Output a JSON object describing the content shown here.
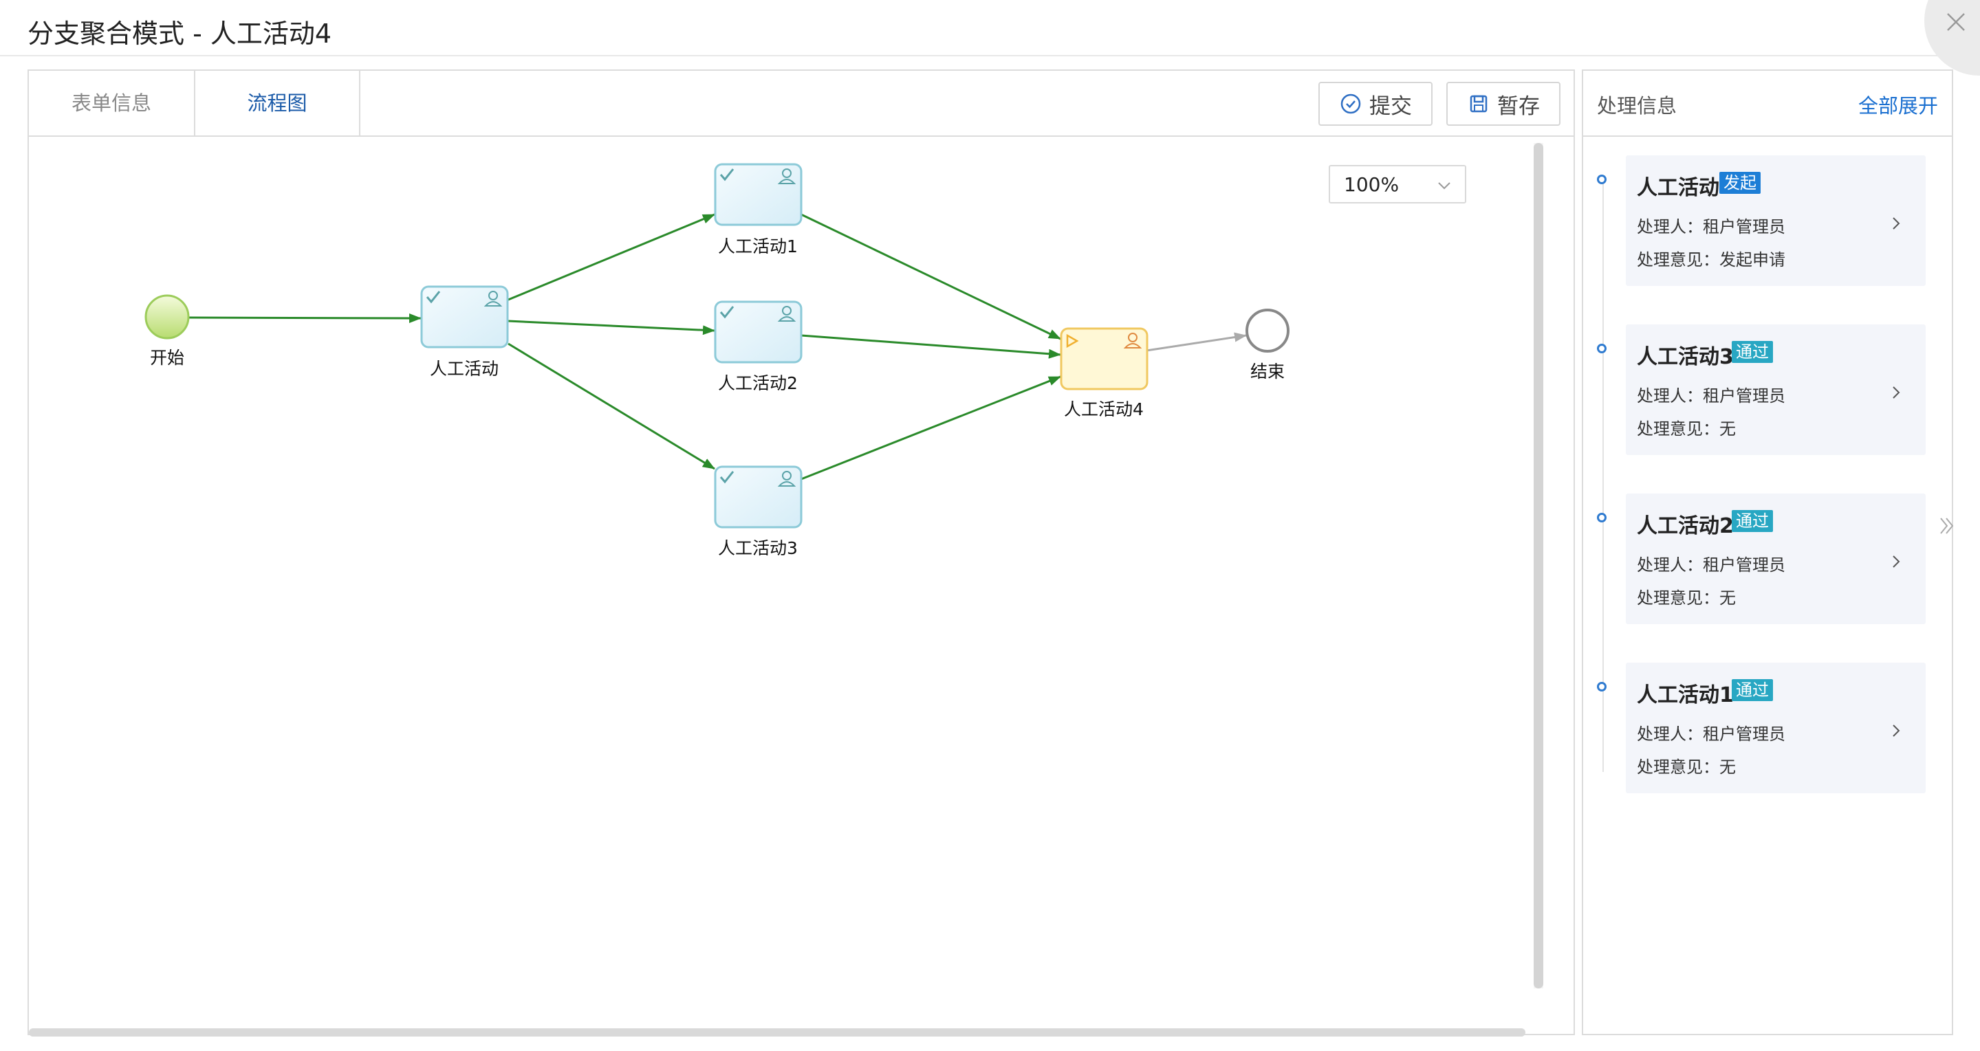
{
  "dialog": {
    "title": "分支聚合模式 - 人工活动4"
  },
  "tabs": [
    {
      "label": "表单信息",
      "active": false
    },
    {
      "label": "流程图",
      "active": true
    }
  ],
  "toolbar": {
    "submit_label": "提交",
    "save_label": "暂存"
  },
  "zoom": {
    "value": "100%"
  },
  "flow": {
    "nodes": {
      "start": {
        "label": "开始"
      },
      "a0": {
        "label": "人工活动"
      },
      "a1": {
        "label": "人工活动1"
      },
      "a2": {
        "label": "人工活动2"
      },
      "a3": {
        "label": "人工活动3"
      },
      "a4": {
        "label": "人工活动4"
      },
      "end": {
        "label": "结束"
      }
    }
  },
  "side": {
    "title": "处理信息",
    "expand_all": "全部展开",
    "cards": [
      {
        "name": "人工活动",
        "status": "发起",
        "handler": "处理人：租户管理员",
        "opinion": "处理意见：发起申请"
      },
      {
        "name": "人工活动3",
        "status": "通过",
        "handler": "处理人：租户管理员",
        "opinion": "处理意见：无"
      },
      {
        "name": "人工活动2",
        "status": "通过",
        "handler": "处理人：租户管理员",
        "opinion": "处理意见：无"
      },
      {
        "name": "人工活动1",
        "status": "通过",
        "handler": "处理人：租户管理员",
        "opinion": "处理意见：无"
      }
    ]
  },
  "colors": {
    "accent": "#1a6fd0",
    "completed_edge": "#2a8a2a",
    "pending_edge": "#aaaaaa",
    "badge_start": "#1d7ed6",
    "badge_pass": "#28a7c3",
    "current_node_fill": "#fff8d6"
  }
}
